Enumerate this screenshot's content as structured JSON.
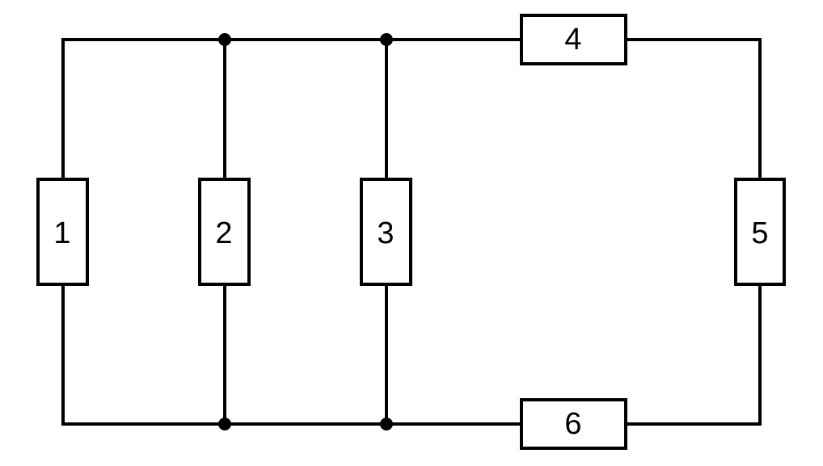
{
  "diagram": {
    "resistors": [
      {
        "id": "r1",
        "label": "1"
      },
      {
        "id": "r2",
        "label": "2"
      },
      {
        "id": "r3",
        "label": "3"
      },
      {
        "id": "r4",
        "label": "4"
      },
      {
        "id": "r5",
        "label": "5"
      },
      {
        "id": "r6",
        "label": "6"
      }
    ],
    "colors": {
      "stroke": "#000000",
      "background": "#ffffff"
    }
  }
}
